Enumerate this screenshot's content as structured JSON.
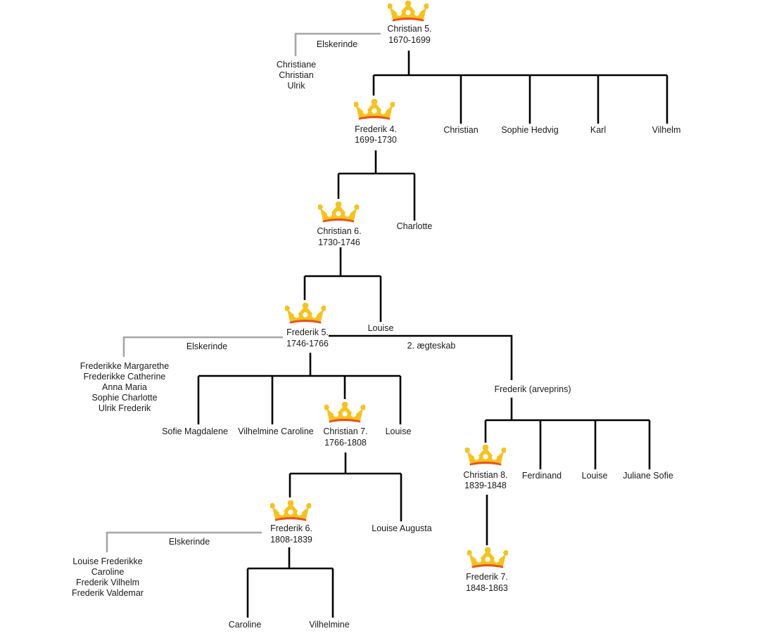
{
  "colors": {
    "line": "#000000",
    "mistress_line": "#a6a6a6",
    "crown_gold": "#f7c21b",
    "crown_band": "#e8531f"
  },
  "icons": {
    "crown": "crown-icon"
  },
  "people": {
    "christian5": {
      "name": "Christian 5.",
      "reign": "1670-1699"
    },
    "frederik4": {
      "name": "Frederik 4.",
      "reign": "1699-1730"
    },
    "christian6": {
      "name": "Christian 6.",
      "reign": "1730-1746"
    },
    "frederik5": {
      "name": "Frederik 5.",
      "reign": "1746-1766"
    },
    "christian7": {
      "name": "Christian 7.",
      "reign": "1766-1808"
    },
    "frederik6": {
      "name": "Frederik 6.",
      "reign": "1808-1839"
    },
    "christian8": {
      "name": "Christian 8.",
      "reign": "1839-1848"
    },
    "frederik7": {
      "name": "Frederik 7.",
      "reign": "1848-1863"
    }
  },
  "children": {
    "c5_christian": "Christian",
    "c5_sophie_hedvig": "Sophie Hedvig",
    "c5_karl": "Karl",
    "c5_vilhelm": "Vilhelm",
    "f4_charlotte": "Charlotte",
    "c6_louise": "Louise",
    "f5_sofie_magdalene": "Sofie Magdalene",
    "f5_vilhelmine_caroline": "Vilhelmine Caroline",
    "f5_louise": "Louise",
    "f5_frederik_arveprins": "Frederik (arveprins)",
    "c7_louise_augusta": "Louise Augusta",
    "f6_caroline": "Caroline",
    "f6_vilhelmine": "Vilhelmine",
    "fa_ferdinand": "Ferdinand",
    "fa_louise": "Louise",
    "fa_juliane_sofie": "Juliane Sofie"
  },
  "relations": {
    "elskerinde": "Elskerinde",
    "second_marriage": "2. ægteskab"
  },
  "illegitimate": {
    "c5": [
      "Christiane",
      "Christian",
      "Ulrik"
    ],
    "f5": [
      "Frederikke Margarethe",
      "Frederikke Catherine",
      "Anna Maria",
      "Sophie Charlotte",
      "Ulrik Frederik"
    ],
    "f6": [
      "Louise Frederikke",
      "Caroline",
      "Frederik Vilhelm",
      "Frederik Valdemar"
    ]
  }
}
